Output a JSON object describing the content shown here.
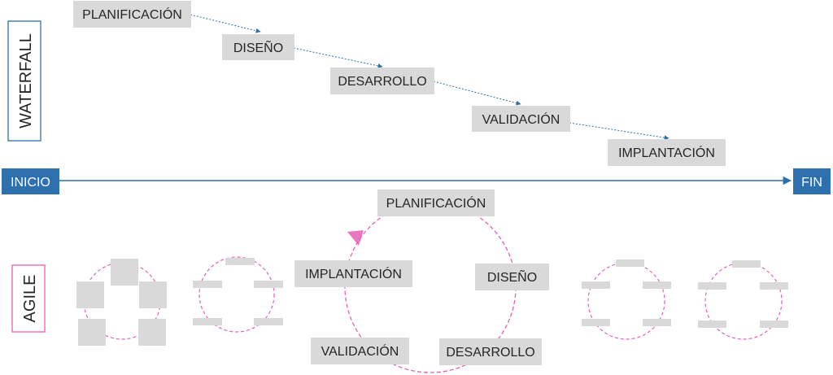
{
  "timeline": {
    "start": "INICIO",
    "end": "FIN"
  },
  "waterfall": {
    "label": "WATERFALL",
    "steps": [
      "PLANIFICACIÓN",
      "DISEÑO",
      "DESARROLLO",
      "VALIDACIÓN",
      "IMPLANTACIÓN"
    ]
  },
  "agile": {
    "label": "AGILE",
    "cycle": [
      "PLANIFICACIÓN",
      "DISEÑO",
      "DESARROLLO",
      "VALIDACIÓN",
      "IMPLANTACIÓN"
    ]
  },
  "colors": {
    "accent_blue": "#2e6fae",
    "box_gray": "#d9d9d9",
    "agile_pink": "#e75fb5",
    "waterfall_arrow": "#2e6fae"
  }
}
